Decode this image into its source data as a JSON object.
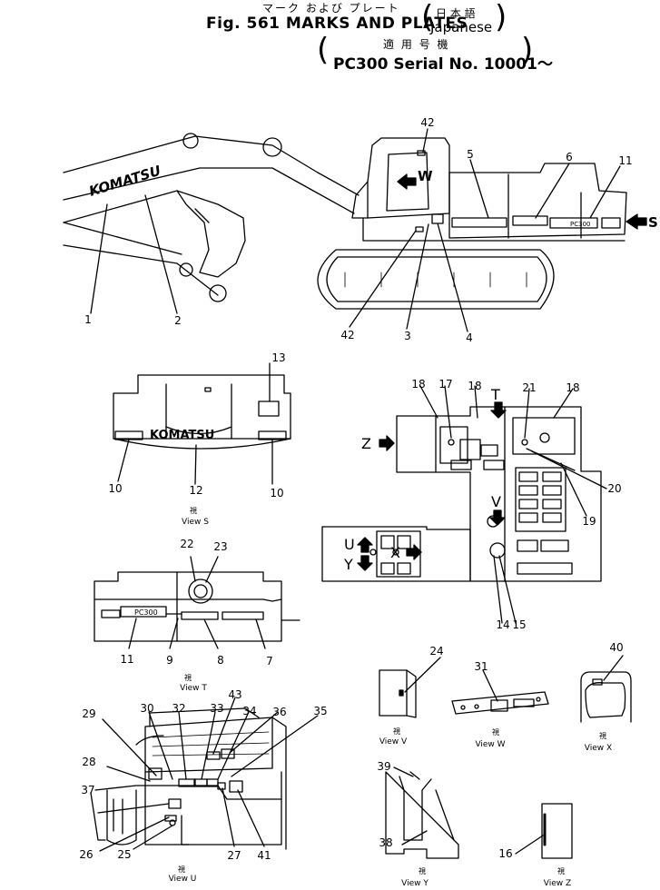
{
  "header": {
    "jp_title": "マーク および プレート",
    "fig_title": "Fig. 561 MARKS AND PLATES",
    "jp_lang": "日 本 語",
    "lang": "Japanese",
    "jp_serial": "適 用 号 機",
    "serial": "PC300 Serial No. 10001～"
  },
  "main": {
    "brand": "KOMATSU",
    "model_plate": "PC300",
    "arrow_w": "W",
    "arrow_s": "S"
  },
  "callouts": {
    "c1": "1",
    "c2": "2",
    "c3": "3",
    "c4": "4",
    "c5": "5",
    "c6": "6",
    "c7": "7",
    "c8": "8",
    "c9": "9",
    "c10": "10",
    "c11": "11",
    "c12": "12",
    "c13": "13",
    "c14": "14",
    "c15": "15",
    "c16": "16",
    "c17": "17",
    "c18": "18",
    "c19": "19",
    "c20": "20",
    "c21": "21",
    "c22": "22",
    "c23": "23",
    "c24": "24",
    "c25": "25",
    "c26": "26",
    "c27": "27",
    "c28": "28",
    "c29": "29",
    "c30": "30",
    "c31": "31",
    "c32": "32",
    "c33": "33",
    "c34": "34",
    "c35": "35",
    "c36": "36",
    "c37": "37",
    "c38": "38",
    "c39": "39",
    "c40": "40",
    "c41": "41",
    "c42": "42",
    "c43": "43"
  },
  "letters": {
    "t": "T",
    "z": "Z",
    "v": "V",
    "u": "U",
    "y": "Y",
    "x": "X"
  },
  "views": {
    "jp_suffix": "視",
    "view_s": "View S",
    "view_t": "View T",
    "view_u": "View U",
    "view_v": "View V",
    "view_w": "View W",
    "view_x": "View X",
    "view_y": "View Y",
    "view_z": "View Z"
  }
}
